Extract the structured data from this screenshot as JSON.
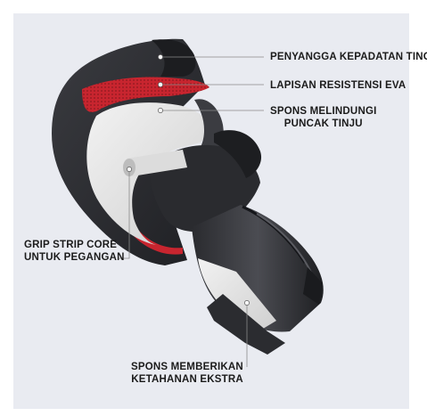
{
  "callouts": {
    "high_density_support": "PENYANGGA KEPADATAN TINGGI",
    "eva_resistance_layer": "LAPISAN RESISTENSI EVA",
    "fist_protect_sponge": {
      "line1": "SPONS MELINDUNGI",
      "line2": "PUNCAK TINJU"
    },
    "grip_strip_core": {
      "line1": "GRIP STRIP CORE",
      "line2": "UNTUK PEGANGAN"
    },
    "extra_resistance_sponge": {
      "line1": "SPONS MEMBERIKAN",
      "line2": "KETAHANAN EKSTRA"
    }
  },
  "colors": {
    "background_panel": "#e9ebf1",
    "glove_shell": "#2b2c30",
    "glove_shell_light": "#4a4b50",
    "eva_layer": "#c8252f",
    "foam": "#e6e6e6",
    "leader_line": "#8a8a8a"
  }
}
